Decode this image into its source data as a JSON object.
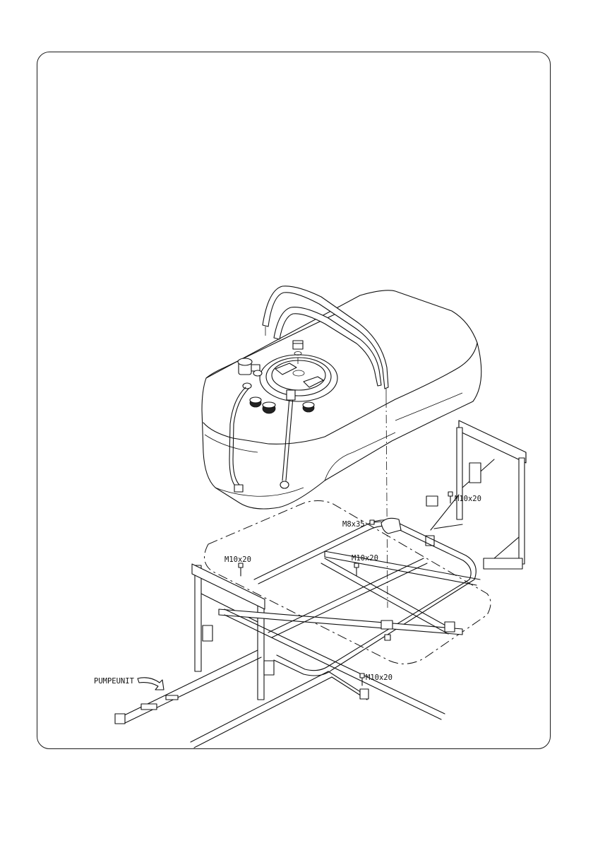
{
  "callouts": {
    "bolt_tank_right": "M10x20",
    "bolt_bracket": "M8x35",
    "bolt_frame_left": "M10x20",
    "bolt_frame_center": "M10x20",
    "bolt_frame_bottom": "M10x20",
    "pump_unit": "PUMPEUNIT"
  },
  "colors": {
    "line": "#111111",
    "background": "#ffffff"
  }
}
